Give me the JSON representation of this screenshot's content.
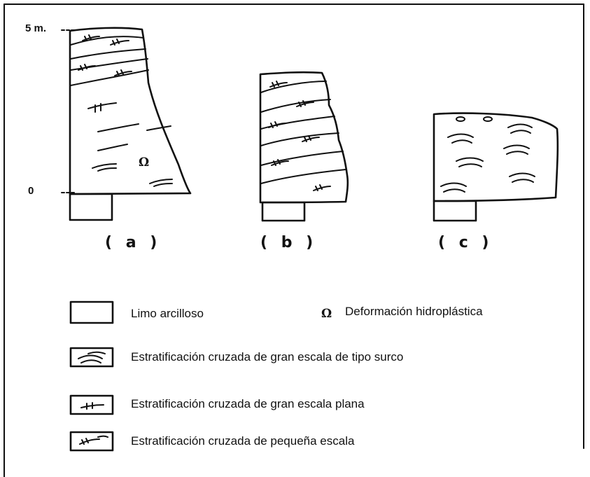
{
  "scale": {
    "top": "5 m.",
    "bottom": "0"
  },
  "sections": [
    {
      "id": "a",
      "label": "( a )"
    },
    {
      "id": "b",
      "label": "( b )"
    },
    {
      "id": "c",
      "label": "( c )"
    }
  ],
  "symbol": {
    "deformation": "Ω"
  },
  "legend": {
    "limo": "Limo arcilloso",
    "deformacion": "Deformación hidroplástica",
    "surco": "Estratificación cruzada de gran escala de tipo surco",
    "plana": "Estratificación cruzada de gran escala plana",
    "pequena": "Estratificación cruzada de pequeña escala"
  }
}
